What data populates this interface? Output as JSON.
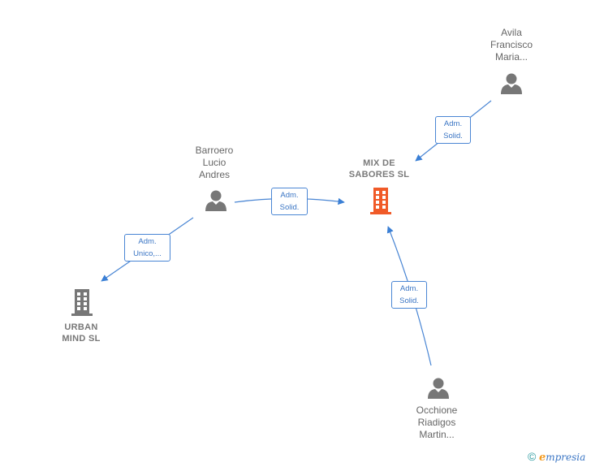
{
  "nodes": {
    "mix_de_sabores": {
      "line1": "MIX DE",
      "line2": "SABORES  SL",
      "color": "#f05a28"
    },
    "urban_mind": {
      "line1": "URBAN",
      "line2": "MIND  SL",
      "color": "#777777"
    },
    "avila": {
      "line1": "Avila",
      "line2": "Francisco",
      "line3": "Maria..."
    },
    "barroero": {
      "line1": "Barroero",
      "line2": "Lucio",
      "line3": "Andres"
    },
    "occhione": {
      "line1": "Occhione",
      "line2": "Riadigos",
      "line3": "Martin..."
    }
  },
  "edges": {
    "avila_to_mix": {
      "line1": "Adm.",
      "line2": "Solid."
    },
    "barroero_to_mix": {
      "line1": "Adm.",
      "line2": "Solid."
    },
    "barroero_to_urban": {
      "line1": "Adm.",
      "line2": "Unico,..."
    },
    "occhione_to_mix": {
      "line1": "Adm.",
      "line2": "Solid."
    }
  },
  "colors": {
    "edge": "#4a86d4",
    "person": "#777777",
    "company_main": "#f05a28",
    "company": "#777777"
  },
  "footer": {
    "copyright": "©",
    "brand_initial": "e",
    "brand_rest": "mpresia"
  }
}
